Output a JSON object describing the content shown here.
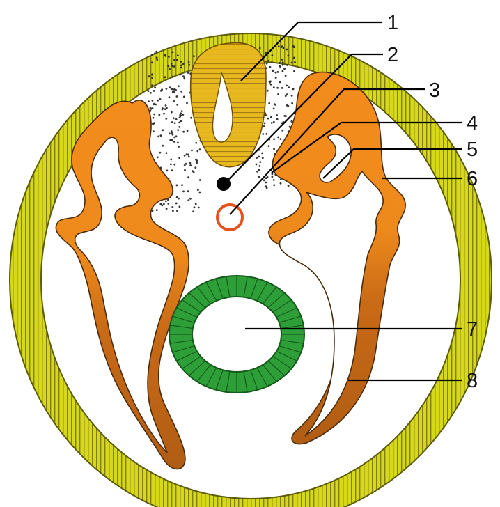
{
  "figure": {
    "labels": [
      "1",
      "2",
      "3",
      "4",
      "5",
      "6",
      "7",
      "8"
    ]
  },
  "colors": {
    "ectoderm_fill": "#d8d81a",
    "ectoderm_stripe": "#7f7f12",
    "neural_tube": "#e8b820",
    "neural_tube_stripe": "#a57c10",
    "mesoderm_light": "#f28c1c",
    "mesoderm_dark": "#b76014",
    "notochord": "#000000",
    "aorta": "#e8511e",
    "gut": "#2e9e38",
    "gut_dark": "#145a1a",
    "mesenchyme_dots": "#333333"
  }
}
